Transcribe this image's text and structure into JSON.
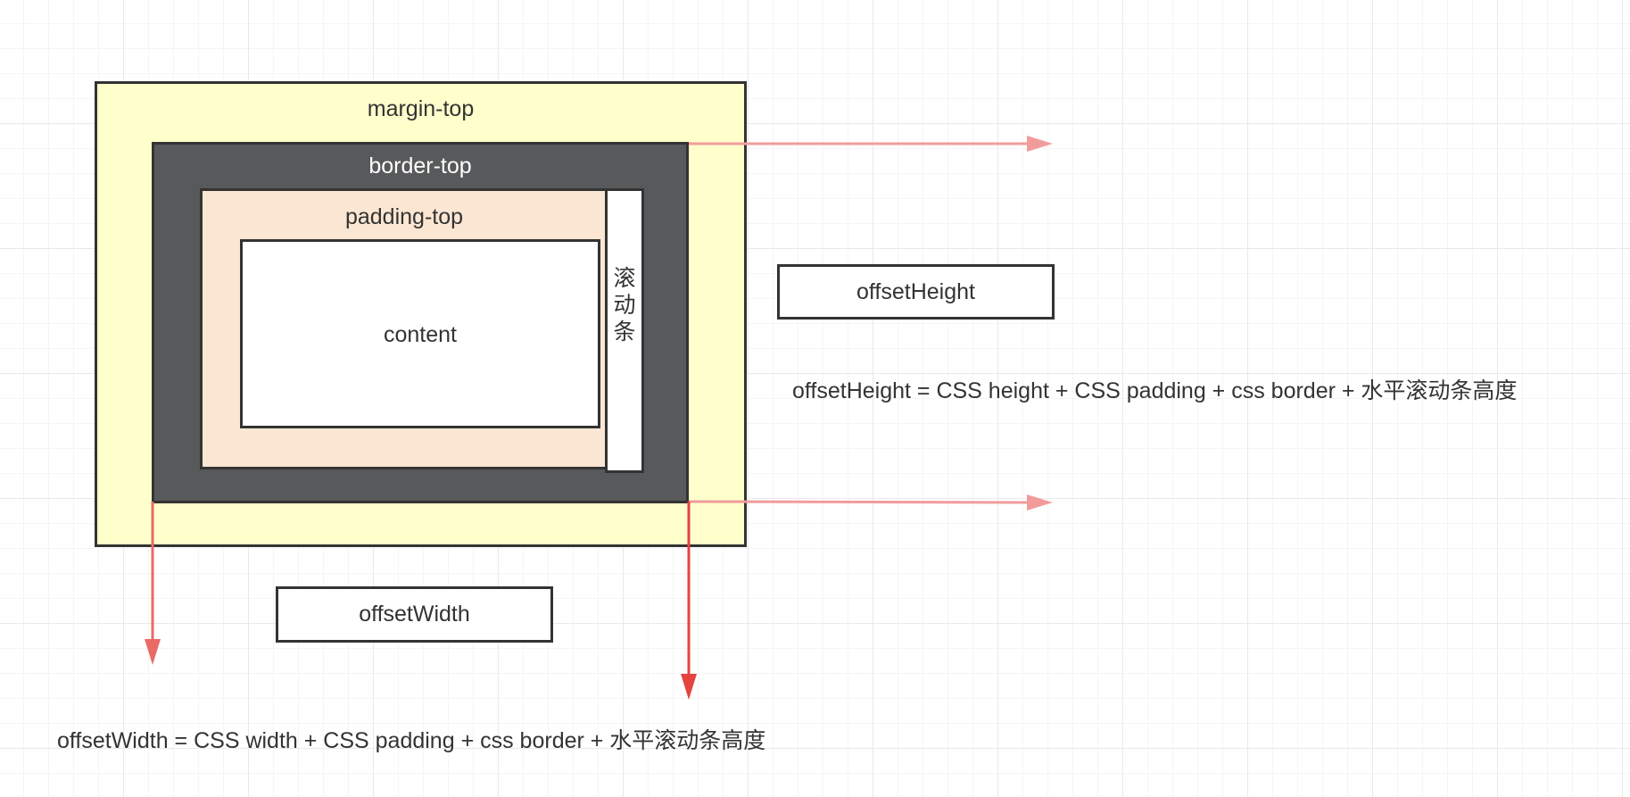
{
  "diagram": {
    "boxes": {
      "margin_label": "margin-top",
      "border_label": "border-top",
      "padding_label": "padding-top",
      "content_label": "content",
      "scrollbar_label": [
        "滚",
        "动",
        "条"
      ]
    },
    "offset_height": {
      "label": "offsetHeight",
      "formula": "offsetHeight = CSS height + CSS padding + css border + 水平滚动条高度"
    },
    "offset_width": {
      "label": "offsetWidth",
      "formula": "offsetWidth = CSS width + CSS padding + css border + 水平滚动条高度"
    },
    "colors": {
      "margin_fill": "#ffffcc",
      "border_fill": "#58595b",
      "padding_fill": "#fae6d2",
      "content_fill": "#ffffff",
      "outline": "#333333",
      "height_arrow": "#f19c9b",
      "width_arrow_left": "#ea6b66",
      "width_arrow_right": "#e5433f",
      "grid_line": "#e9e9e9"
    }
  }
}
